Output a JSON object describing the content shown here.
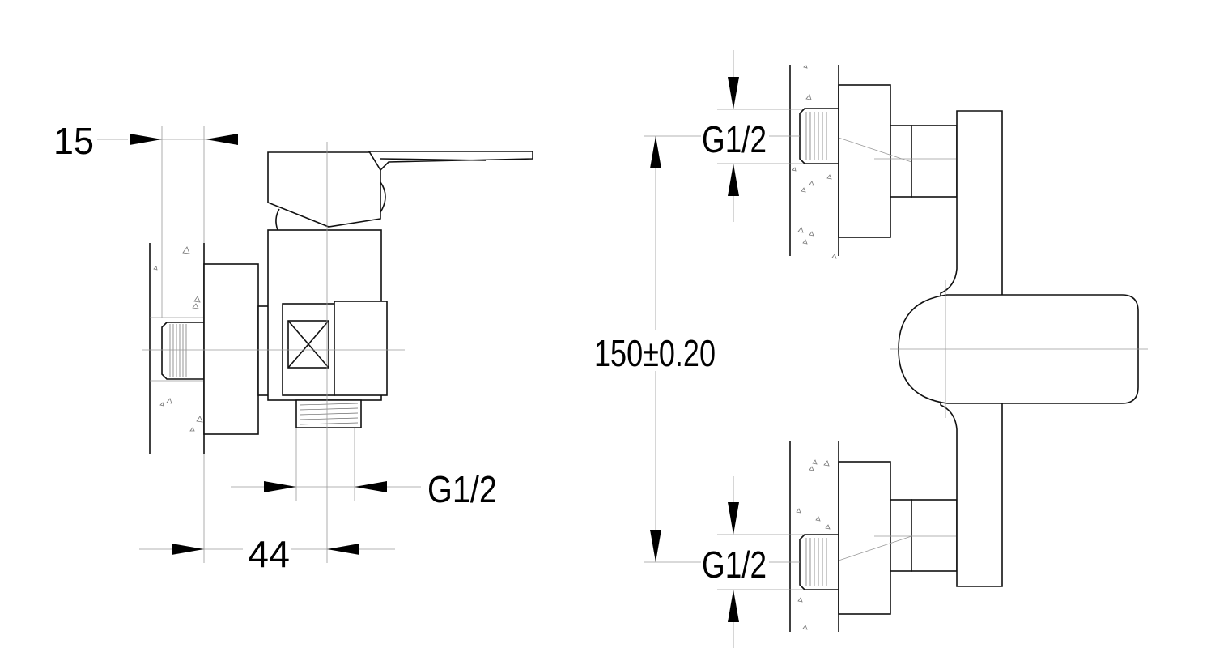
{
  "dimensions": {
    "side_wall_offset": "15",
    "side_outlet_thread": "G1/2",
    "side_projection": "44",
    "front_top_inlet_thread": "G1/2",
    "front_center_distance": "150±0.20",
    "front_bottom_inlet_thread": "G1/2"
  },
  "colors": {
    "line": "#111111",
    "construction_line": "#9a9a9a",
    "background": "#ffffff"
  }
}
